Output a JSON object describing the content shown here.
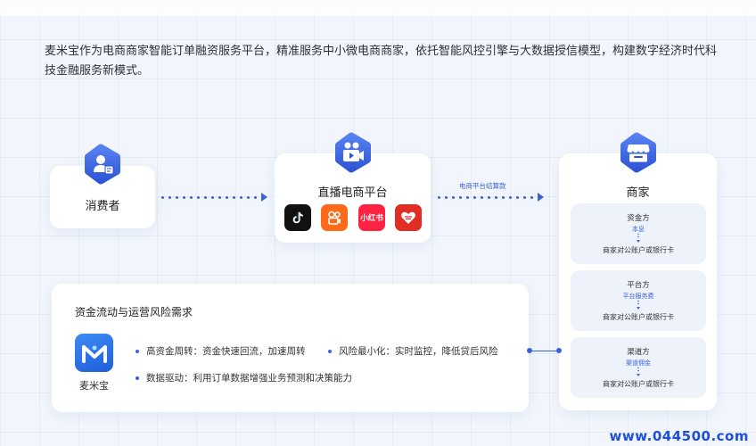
{
  "intro": {
    "text": "麦米宝作为电商商家智能订单融资服务平台，精准服务中小微电商商家，依托智能风控引擎与大数据授信模型，构建数字经济时代科技金融服务新模式。"
  },
  "consumer": {
    "label": "消费者",
    "icon": "person-id-icon"
  },
  "platform": {
    "label": "直播电商平台",
    "icon": "video-camera-icon",
    "apps": [
      {
        "name": "tiktok-app-icon",
        "glyph": "♪",
        "color": "#111111"
      },
      {
        "name": "kuaishou-app-icon",
        "glyph": "⊂⊃",
        "color": "#ff6a1a"
      },
      {
        "name": "xiaohongshu-app-icon",
        "glyph": "小红书",
        "color": "#ff2442"
      },
      {
        "name": "pinduoduo-app-icon",
        "glyph": "❀",
        "color": "#e02e24"
      }
    ]
  },
  "flow": {
    "settlement_label": "电商平台结算款"
  },
  "merchant": {
    "label": "商家",
    "icon": "shop-icon",
    "parties": [
      {
        "title": "资金方",
        "flow": "本息",
        "target": "商家对公账户或银行卡"
      },
      {
        "title": "平台方",
        "flow": "平台服务费",
        "target": "商家对公账户或银行卡"
      },
      {
        "title": "渠道方",
        "flow": "渠道佣金",
        "target": "商家对公账户或银行卡"
      }
    ]
  },
  "risk": {
    "title": "资金流动与运营风险需求",
    "brand": "麦米宝",
    "items": [
      "高资金周转：资金快速回流，加速周转",
      "风险最小化：实时监控，降低贷后风险",
      "数据驱动：利用订单数据增强业务预测和决策能力"
    ]
  },
  "watermark": "www.044500.com",
  "colors": {
    "accent": "#3b62d8",
    "hex_gradient_top": "#4f7bf0",
    "hex_gradient_bottom": "#2f55d4"
  }
}
